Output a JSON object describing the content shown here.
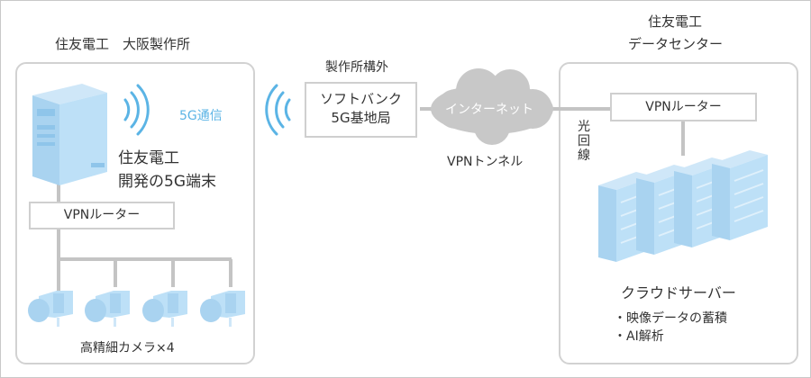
{
  "left": {
    "title": "住友電工　大阪製作所",
    "wireless_label": "5G通信",
    "device_label_1": "住友電工",
    "device_label_2": "開発の5G端末",
    "router_label": "VPNルーター",
    "camera_label": "高精細カメラ×4"
  },
  "middle": {
    "title": "製作所構外",
    "base_station_1": "ソフトバンク",
    "base_station_2": "5G基地局",
    "internet_label": "インターネット",
    "tunnel_label": "VPNトンネル",
    "fiber_label": "光回線"
  },
  "right": {
    "title_1": "住友電工",
    "title_2": "データセンター",
    "router_label": "VPNルーター",
    "server_label": "クラウドサーバー",
    "bullets": [
      "・映像データの蓄積",
      "・AI解析"
    ]
  },
  "colors": {
    "accent": "#5bb4e5",
    "server": "#a9d3f0",
    "line": "#c4c4c4",
    "cloud": "#c8c8c8"
  }
}
